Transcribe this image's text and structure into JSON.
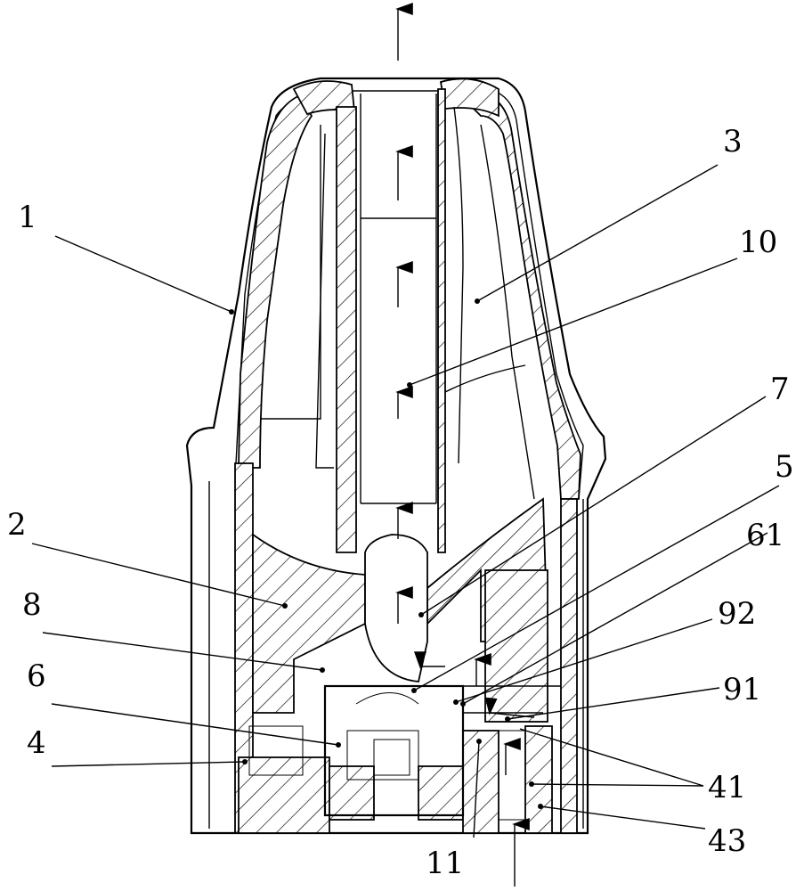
{
  "labels": {
    "l1": "1",
    "l2": "2",
    "l3": "3",
    "l4": "4",
    "l5": "5",
    "l6": "6",
    "l7": "7",
    "l8": "8",
    "l10": "10",
    "l11": "11",
    "l41": "41",
    "l43": "43",
    "l61": "61",
    "l91": "91",
    "l92": "92"
  }
}
